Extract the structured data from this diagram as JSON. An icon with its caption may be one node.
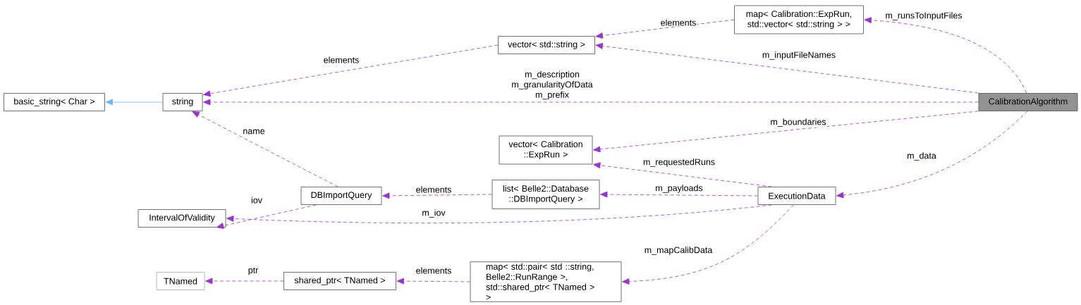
{
  "diagram": {
    "nodes": [
      {
        "text": [
          "CalibrationAlgorithm"
        ]
      },
      {
        "text": [
          "map< Calibration::ExpRun, std::vector< std::string > >"
        ]
      },
      {
        "text": [
          "vector< std::string >"
        ]
      },
      {
        "text": [
          "string"
        ]
      },
      {
        "text": [
          "basic_string< Char >"
        ]
      },
      {
        "text": [
          "vector< Calibration ::ExpRun >"
        ]
      },
      {
        "text": [
          "ExecutionData"
        ]
      },
      {
        "text": [
          "list< Belle2::Database ::DBImportQuery >"
        ]
      },
      {
        "text": [
          "DBImportQuery"
        ]
      },
      {
        "text": [
          "IntervalOfValidity"
        ]
      },
      {
        "text": [
          "map< std::pair< std ::string, Belle2::RunRange >, std::shared_ptr< TNamed > >"
        ]
      },
      {
        "text": [
          "shared_ptr< TNamed >"
        ]
      },
      {
        "text": [
          "TNamed"
        ]
      }
    ],
    "edges": [
      {
        "from": 0,
        "to": 1,
        "arrow": "to",
        "style": "dashed",
        "label": "m_runsToInputFiles"
      },
      {
        "from": 1,
        "to": 2,
        "arrow": "to",
        "style": "dashed",
        "label": "elements"
      },
      {
        "from": 0,
        "to": 2,
        "arrow": "to",
        "style": "dashed",
        "label": "m_inputFileNames"
      },
      {
        "from": 2,
        "to": 3,
        "arrow": "to",
        "style": "dashed",
        "label": "elements"
      },
      {
        "from": 0,
        "to": 3,
        "arrow": "to",
        "style": "dashed",
        "label": "m_description m_granularityOfData m_prefix"
      },
      {
        "from": 3,
        "to": 4,
        "arrow": "to",
        "color": "#63b8ff"
      },
      {
        "from": 0,
        "to": 5,
        "arrow": "to",
        "style": "dashed",
        "label": "m_boundaries"
      },
      {
        "from": 0,
        "to": 6,
        "arrow": "to",
        "style": "dashed",
        "label": "m_data"
      },
      {
        "from": 6,
        "to": 5,
        "arrow": "to",
        "style": "dashed",
        "label": "m_requestedRuns"
      },
      {
        "from": 6,
        "to": 7,
        "arrow": "to",
        "style": "dashed",
        "label": "m_payloads"
      },
      {
        "from": 7,
        "to": 8,
        "arrow": "to",
        "style": "dashed",
        "label": "elements"
      },
      {
        "from": 8,
        "to": 3,
        "arrow": "to",
        "style": "dashed",
        "label": "name"
      },
      {
        "from": 8,
        "to": 9,
        "arrow": "to",
        "style": "dashed",
        "label": "iov"
      },
      {
        "from": 6,
        "to": 9,
        "arrow": "to",
        "style": "dashed",
        "label": "m_iov"
      },
      {
        "from": 6,
        "to": 10,
        "arrow": "to",
        "style": "dashed",
        "label": "m_mapCalibData"
      },
      {
        "from": 10,
        "to": 11,
        "arrow": "to",
        "style": "dashed",
        "label": "elements"
      },
      {
        "from": 11,
        "to": 12,
        "arrow": "to",
        "style": "dashed",
        "label": "ptr"
      }
    ]
  }
}
